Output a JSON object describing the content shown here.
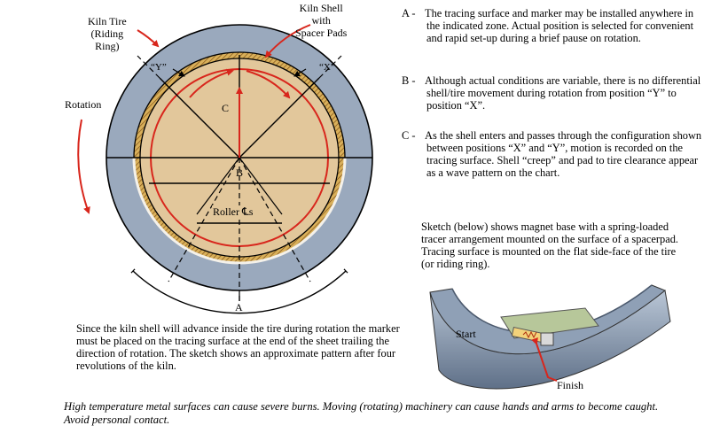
{
  "diagram": {
    "kiln_tire_label": "Kiln Tire",
    "riding_ring_label": "(Riding\nRing)",
    "kiln_shell_label": "Kiln Shell\nwith\nSpacer Pads",
    "rotation_label": "Rotation",
    "position_y": "“Y”",
    "position_x": "“X”",
    "label_a": "A",
    "label_b": "B",
    "label_c": "C",
    "roller_label": "Roller ℄s"
  },
  "notes": {
    "a_key": "A -",
    "a_text": "The tracing surface and marker may be installed anywhere in the indicated zone.  Actual position is selected for convenient and rapid set-up during a brief pause on rotation.",
    "b_key": "B -",
    "b_text": "Although actual conditions are variable, there is no differential shell/tire movement during rotation from position “Y” to position “X”.",
    "c_key": "C -",
    "c_text": "As the shell enters and passes through the configuration shown between positions “X” and “Y”, motion is recorded on the tracing surface.  Shell “creep” and pad to tire clearance appear as a wave pattern on the chart.",
    "sketch_text": "Sketch (below) shows magnet base with a spring-loaded tracer arrangement mounted on the surface of a spacerpad.  Tracing surface is mounted on the flat side-face of the tire (or riding ring)."
  },
  "sketch": {
    "start_label": "Start",
    "finish_label": "Finish"
  },
  "caption": "Since the kiln shell will advance inside the tire during rotation the marker must be placed on the tracing surface at the end of the sheet trailing the direction of rotation. The sketch shows an approximate pattern after four revolutions of the kiln.",
  "warning": "High temperature metal surfaces can cause severe burns.  Moving (rotating) machinery can cause hands and arms to become caught.  Avoid personal contact.",
  "colors": {
    "tire": "#9aa9bd",
    "shell": "#e2c79b",
    "pad": "#d9b05a",
    "red": "#d8261c"
  }
}
